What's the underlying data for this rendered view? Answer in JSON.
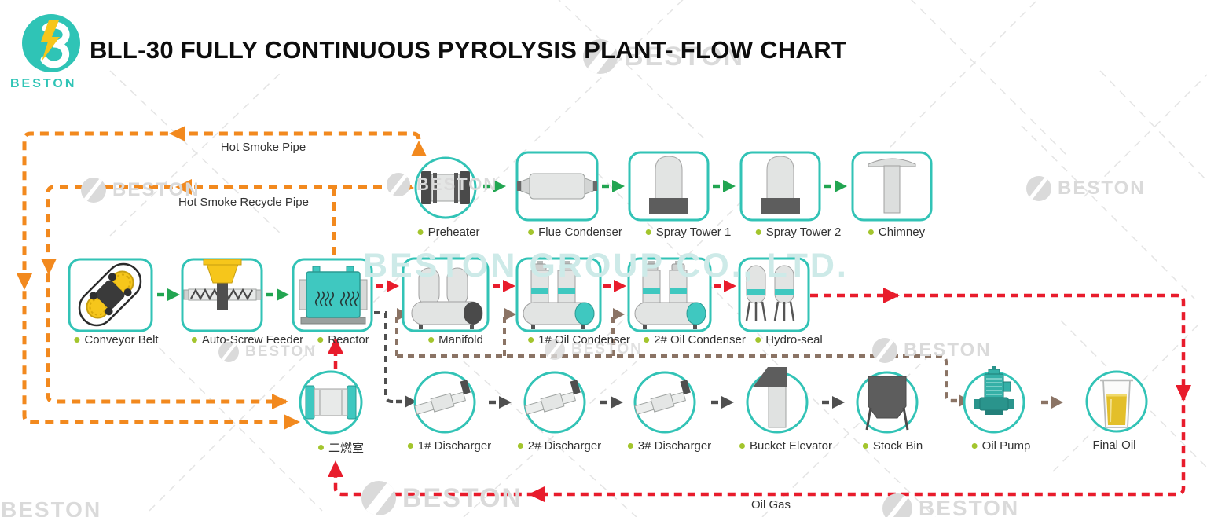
{
  "title": "BLL-30 FULLY CONTINUOUS PYROLYSIS PLANT- FLOW CHART",
  "brand": {
    "name": "BESTON"
  },
  "watermark": {
    "brand": "BESTON",
    "company": "BESTON GROUP CO., LTD."
  },
  "pipes": {
    "hot_smoke_pipe": "Hot Smoke Pipe",
    "hot_smoke_recycle_pipe": "Hot Smoke Recycle Pipe",
    "oil_gas": "Oil Gas"
  },
  "rows": {
    "top": [
      {
        "label": "Preheater"
      },
      {
        "label": "Flue Condenser"
      },
      {
        "label": "Spray Tower 1"
      },
      {
        "label": "Spray Tower 2"
      },
      {
        "label": "Chimney"
      }
    ],
    "middle": [
      {
        "label": "Conveyor Belt"
      },
      {
        "label": "Auto-Screw Feeder"
      },
      {
        "label": "Reactor"
      },
      {
        "label": "Manifold"
      },
      {
        "label": "1# Oil Condenser"
      },
      {
        "label": "2# Oil Condenser"
      },
      {
        "label": "Hydro-seal"
      }
    ],
    "bottom": [
      {
        "label": "二燃室"
      },
      {
        "label": "1# Discharger"
      },
      {
        "label": "2# Discharger"
      },
      {
        "label": "3# Discharger"
      },
      {
        "label": "Bucket Elevator"
      },
      {
        "label": "Stock Bin"
      },
      {
        "label": "Oil Pump"
      },
      {
        "label": "Final Oil"
      }
    ]
  },
  "colors": {
    "teal": "#32c3b6",
    "orange": "#f2891e",
    "red": "#e81c2c",
    "green": "#22a551",
    "gray_line": "#4f4f4f",
    "brown_line": "#8b7465",
    "yellow": "#f6c61b",
    "bullet": "#a3c52d"
  }
}
